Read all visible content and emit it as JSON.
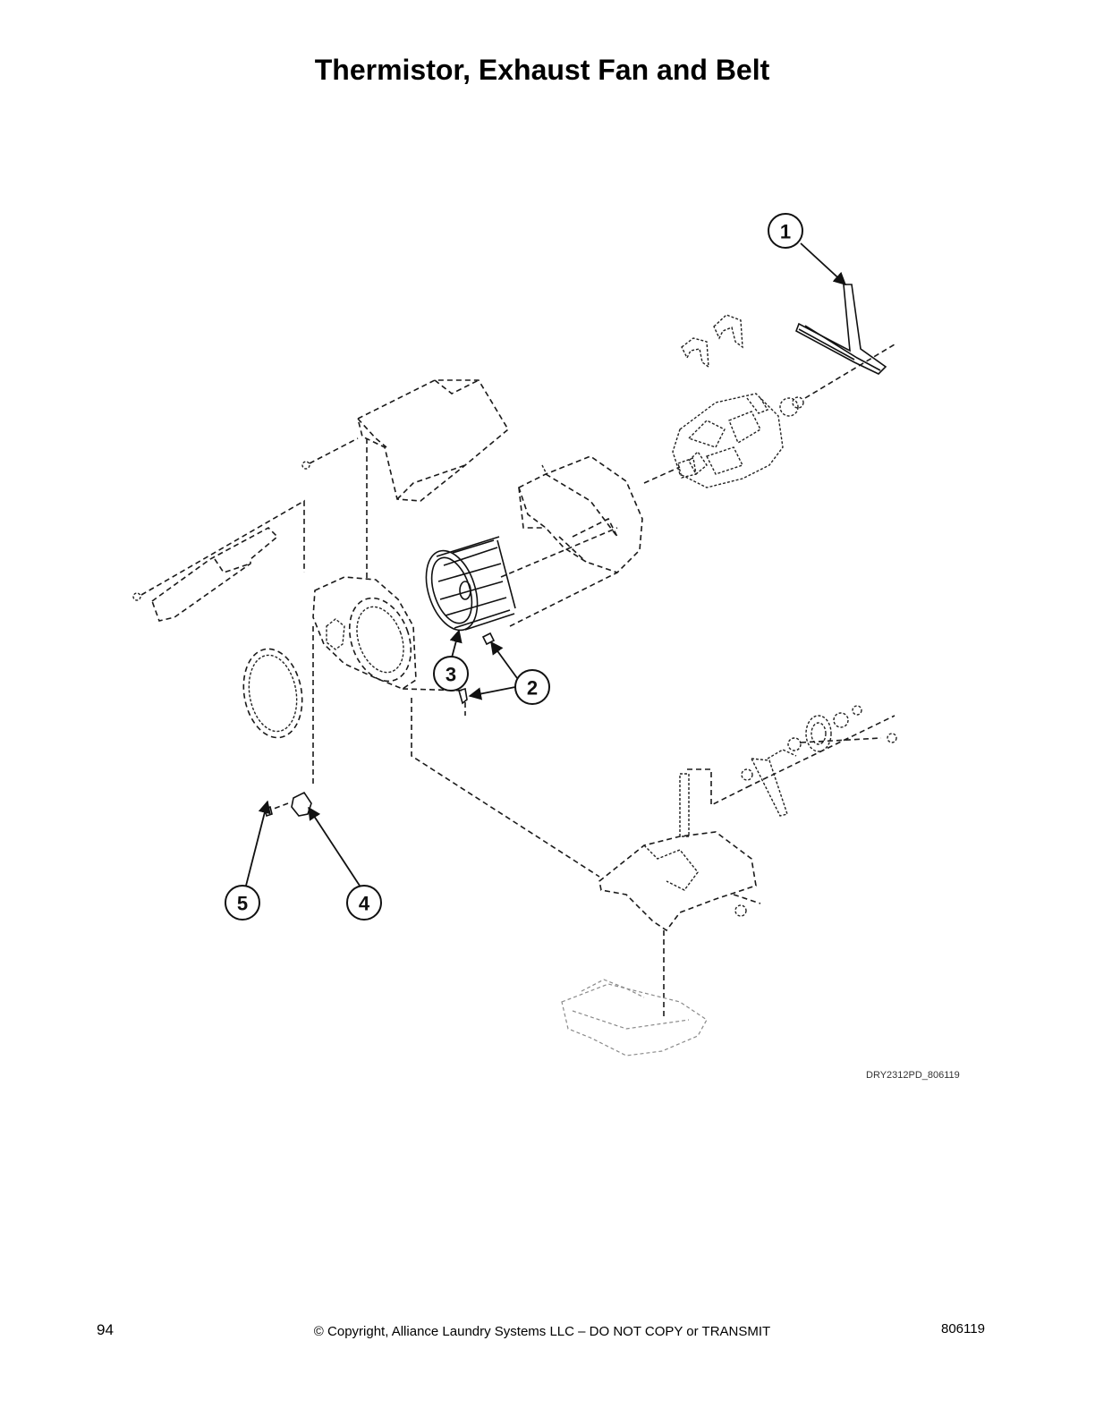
{
  "title": "Thermistor, Exhaust Fan and Belt",
  "callouts": [
    "1",
    "2",
    "3",
    "4",
    "5"
  ],
  "drawing_code": "DRY2312PD_806119",
  "footer": {
    "page_number": "94",
    "copyright": "© Copyright, Alliance Laundry Systems LLC – DO NOT COPY or TRANSMIT",
    "document_number": "806119"
  }
}
